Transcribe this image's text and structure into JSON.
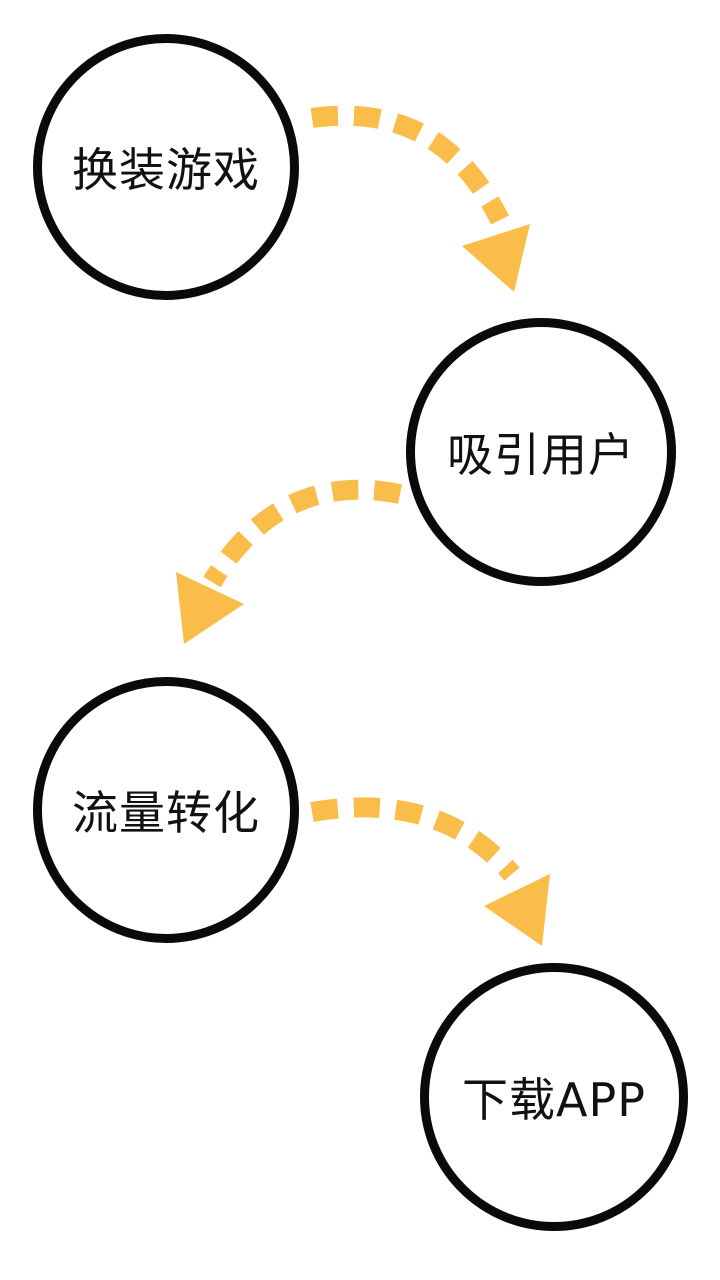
{
  "steps": [
    {
      "label": "换装游戏"
    },
    {
      "label": "吸引用户"
    },
    {
      "label": "流量转化"
    },
    {
      "label": "下载APP"
    }
  ],
  "colors": {
    "circle_border": "#0a0a0a",
    "arrow": "#fbbd4a",
    "background": "#ffffff"
  }
}
